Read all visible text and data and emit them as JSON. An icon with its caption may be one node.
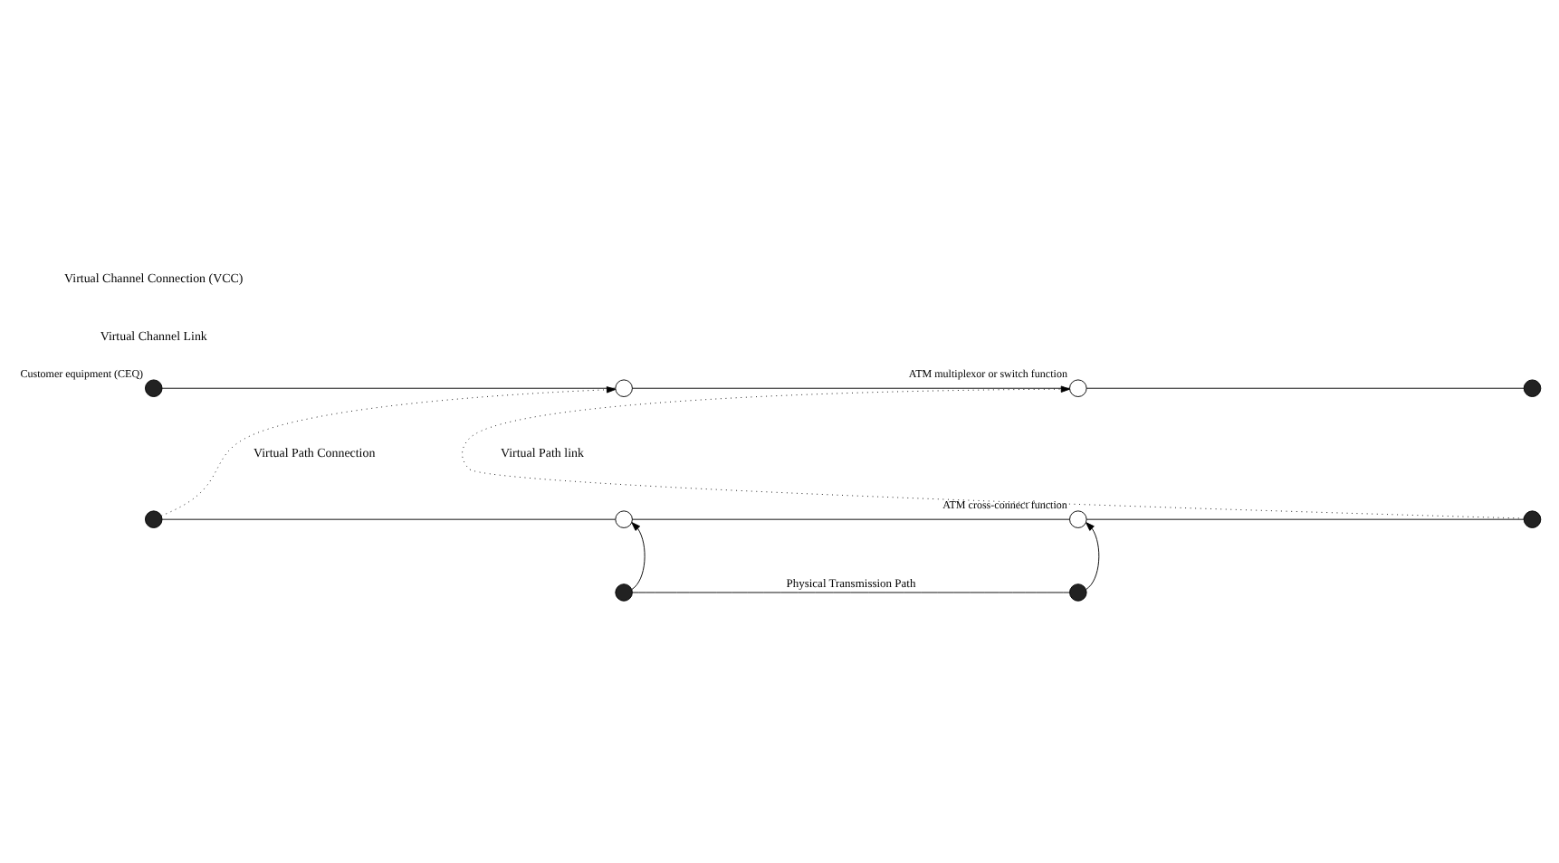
{
  "diagram": {
    "nodes": [
      {
        "text": [],
        "shape": "circle",
        "beside": [
          "Customer equipment (CEQ)"
        ]
      },
      {
        "text": [],
        "shape": "circle"
      },
      {
        "text": [],
        "shape": "circle",
        "beside": [
          "ATM multiplexor or switch function"
        ]
      },
      {
        "text": [],
        "shape": "circle"
      },
      {
        "text": [],
        "shape": "circle"
      },
      {
        "text": [],
        "shape": "circle"
      },
      {
        "text": [],
        "shape": "circle",
        "beside": [
          "ATM cross-connect function"
        ]
      },
      {
        "text": [],
        "shape": "circle"
      },
      {
        "text": [],
        "shape": "circle"
      },
      {
        "text": [],
        "shape": "circle"
      }
    ],
    "edges": [
      {
        "from": 0,
        "to": 1,
        "arrow": "none"
      },
      {
        "from": 1,
        "to": 2,
        "arrow": "none"
      },
      {
        "from": 2,
        "to": 3,
        "arrow": "none"
      },
      {
        "from": 4,
        "to": 5,
        "arrow": "none"
      },
      {
        "from": 5,
        "to": 6,
        "arrow": "none"
      },
      {
        "from": 6,
        "to": 7,
        "arrow": "none"
      },
      {
        "from": 8,
        "to": 9,
        "arrow": "none",
        "label": "Physical Transmission Path"
      },
      {
        "from": 8,
        "to": 5,
        "arrow": "to"
      },
      {
        "from": 9,
        "to": 6,
        "arrow": "to"
      },
      {
        "from": 4,
        "to": 1,
        "arrow": "to",
        "style": "dashed"
      },
      {
        "from": 7,
        "to": 2,
        "arrow": "to",
        "style": "dashed"
      }
    ],
    "labels": [
      "Virtual Channel Connection (VCC)",
      "Virtual Channel Link",
      "Virtual Path Connection",
      "Virtual Path link"
    ]
  }
}
